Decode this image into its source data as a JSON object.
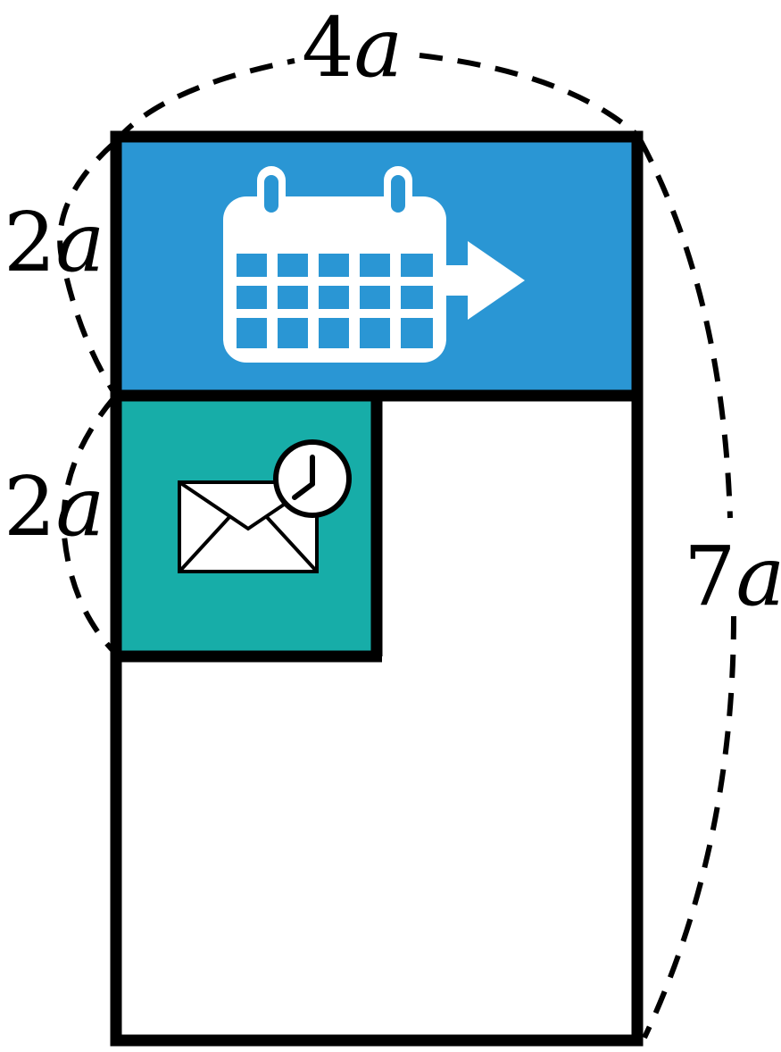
{
  "labels": {
    "top_width": {
      "num": "4",
      "var": "a"
    },
    "banner_height": {
      "num": "2",
      "var": "a"
    },
    "square_height": {
      "num": "2",
      "var": "a"
    },
    "total_height": {
      "num": "7",
      "var": "a"
    }
  },
  "colors": {
    "banner": "#2A96D4",
    "square": "#17ADA8",
    "outline": "#000000",
    "icon_on_banner": "#FFFFFF"
  },
  "icons": {
    "banner": "calendar-arrow-icon",
    "square": "mail-clock-icon"
  }
}
